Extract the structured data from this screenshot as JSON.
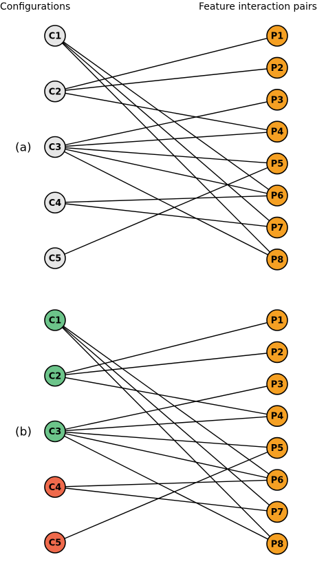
{
  "headers": {
    "left": "Configurations",
    "right": "Feature interaction pairs"
  },
  "colors": {
    "pair": "#f5a023",
    "config_default": "#e6e6e6",
    "config_green": "#6cc48a",
    "config_red": "#ef6a4c",
    "edge": "#000000"
  },
  "panels": [
    {
      "label": "(a)",
      "configs": [
        {
          "id": "C1",
          "color": "config_default"
        },
        {
          "id": "C2",
          "color": "config_default"
        },
        {
          "id": "C3",
          "color": "config_default"
        },
        {
          "id": "C4",
          "color": "config_default"
        },
        {
          "id": "C5",
          "color": "config_default"
        }
      ],
      "pairs": [
        "P1",
        "P2",
        "P3",
        "P4",
        "P5",
        "P6",
        "P7",
        "P8"
      ],
      "edges": [
        [
          "C1",
          "P6"
        ],
        [
          "C1",
          "P7"
        ],
        [
          "C1",
          "P8"
        ],
        [
          "C2",
          "P1"
        ],
        [
          "C2",
          "P2"
        ],
        [
          "C2",
          "P4"
        ],
        [
          "C3",
          "P3"
        ],
        [
          "C3",
          "P4"
        ],
        [
          "C3",
          "P5"
        ],
        [
          "C3",
          "P6"
        ],
        [
          "C3",
          "P8"
        ],
        [
          "C4",
          "P6"
        ],
        [
          "C4",
          "P7"
        ],
        [
          "C5",
          "P5"
        ]
      ]
    },
    {
      "label": "(b)",
      "configs": [
        {
          "id": "C1",
          "color": "config_green"
        },
        {
          "id": "C2",
          "color": "config_green"
        },
        {
          "id": "C3",
          "color": "config_green"
        },
        {
          "id": "C4",
          "color": "config_red"
        },
        {
          "id": "C5",
          "color": "config_red"
        }
      ],
      "pairs": [
        "P1",
        "P2",
        "P3",
        "P4",
        "P5",
        "P6",
        "P7",
        "P8"
      ],
      "edges": [
        [
          "C1",
          "P6"
        ],
        [
          "C1",
          "P7"
        ],
        [
          "C1",
          "P8"
        ],
        [
          "C2",
          "P1"
        ],
        [
          "C2",
          "P2"
        ],
        [
          "C2",
          "P4"
        ],
        [
          "C3",
          "P3"
        ],
        [
          "C3",
          "P4"
        ],
        [
          "C3",
          "P5"
        ],
        [
          "C3",
          "P6"
        ],
        [
          "C3",
          "P8"
        ],
        [
          "C4",
          "P6"
        ],
        [
          "C4",
          "P7"
        ],
        [
          "C5",
          "P5"
        ]
      ]
    }
  ]
}
